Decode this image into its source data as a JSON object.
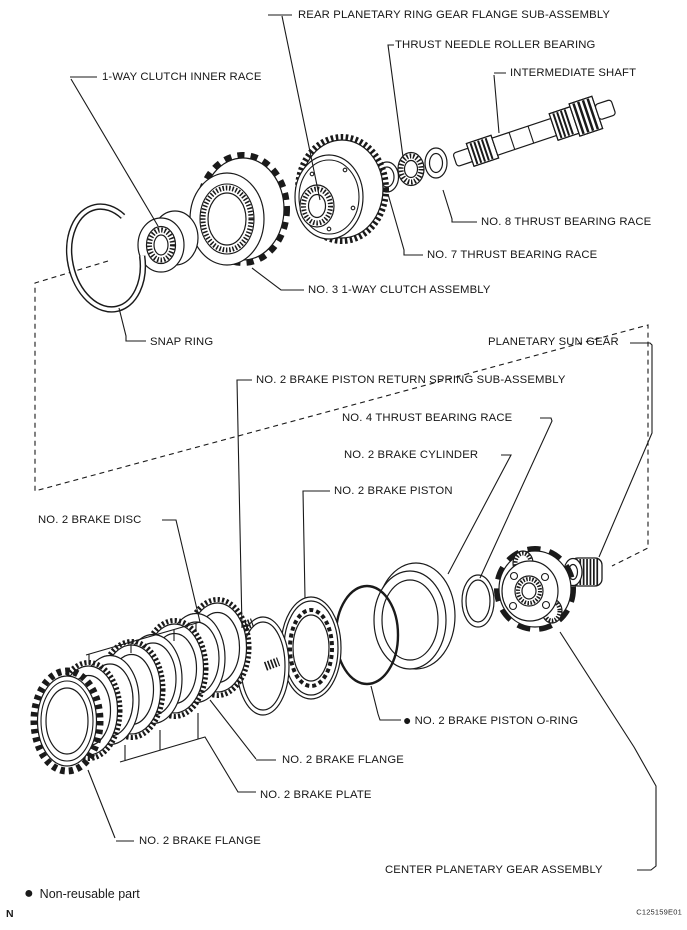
{
  "colors": {
    "line": "#1a1a1a",
    "background": "#ffffff"
  },
  "labels": {
    "rear_flange": "REAR PLANETARY RING GEAR FLANGE SUB-ASSEMBLY",
    "thrust_needle_bearing": "THRUST NEEDLE ROLLER BEARING",
    "intermediate_shaft": "INTERMEDIATE SHAFT",
    "one_way_inner_race": "1-WAY CLUTCH INNER RACE",
    "no8_race": "NO. 8 THRUST BEARING RACE",
    "no7_race": "NO. 7 THRUST BEARING RACE",
    "no3_clutch": "NO. 3 1-WAY CLUTCH ASSEMBLY",
    "snap_ring": "SNAP RING",
    "sun_gear": "PLANETARY SUN GEAR",
    "return_spring": "NO. 2 BRAKE PISTON RETURN SPRING SUB-ASSEMBLY",
    "no4_race": "NO. 4 THRUST BEARING RACE",
    "brake_cylinder": "NO. 2 BRAKE CYLINDER",
    "brake_piston": "NO. 2 BRAKE PISTON",
    "brake_disc": "NO. 2 BRAKE DISC",
    "o_ring_bullet": "●",
    "o_ring": "NO. 2 BRAKE PISTON O-RING",
    "flange_upper": "NO. 2 BRAKE FLANGE",
    "plate": "NO. 2 BRAKE PLATE",
    "flange_lower": "NO. 2 BRAKE FLANGE",
    "center_planetary": "CENTER PLANETARY GEAR ASSEMBLY"
  },
  "legend": {
    "bullet": "●",
    "text": "Non-reusable part"
  },
  "footer": {
    "page_marker": "N",
    "figure_code": "C125159E01"
  }
}
